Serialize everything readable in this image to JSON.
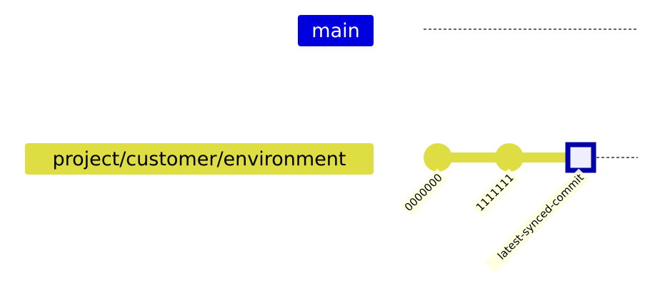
{
  "branches": [
    {
      "name": "main",
      "color": "#0000de",
      "text_color": "#ffffff"
    },
    {
      "name": "project/customer/environment",
      "color": "#dede44",
      "text_color": "#000000"
    }
  ],
  "commits": [
    {
      "id": "0000000",
      "branch": "project/customer/environment",
      "type": "normal"
    },
    {
      "id": "1111111",
      "branch": "project/customer/environment",
      "type": "normal"
    },
    {
      "id": "latest-synced-commit",
      "branch": "project/customer/environment",
      "type": "highlight"
    }
  ],
  "colors": {
    "highlight_border": "#0000a6",
    "highlight_fill": "#eeeeff",
    "commit_label_bg": "#ffffde",
    "lane_line": "#333333"
  }
}
